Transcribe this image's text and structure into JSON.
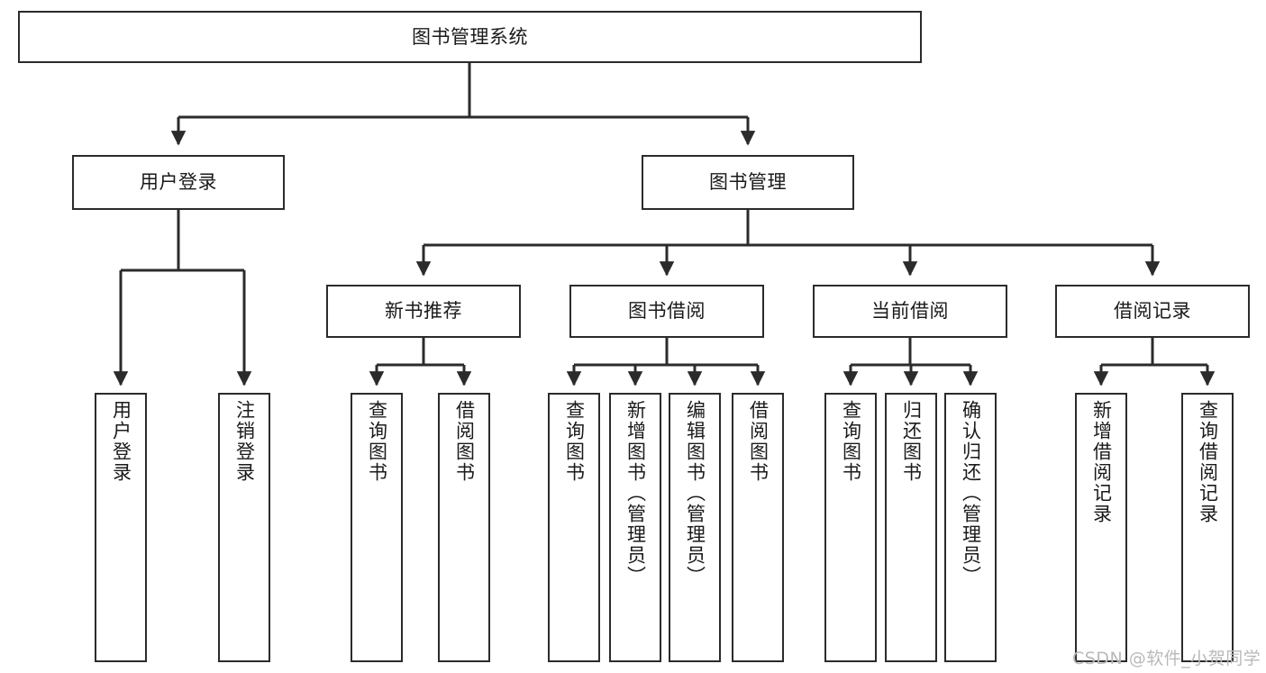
{
  "diagram": {
    "type": "tree-hierarchy",
    "title": "图书管理系统",
    "orientation": "top-down",
    "colors": {
      "node_border": "#2b2b2b",
      "node_fill": "#ffffff",
      "edge": "#2b2b2b",
      "text": "#1a1a1a",
      "watermark": "#b9b9b9",
      "background": "#ffffff"
    },
    "nodes": {
      "root": {
        "label": "图书管理系统"
      },
      "level2": [
        {
          "id": "user-login",
          "label": "用户登录"
        },
        {
          "id": "book-management",
          "label": "图书管理"
        }
      ],
      "level3": [
        {
          "id": "new-book-recommend",
          "label": "新书推荐"
        },
        {
          "id": "book-borrow",
          "label": "图书借阅"
        },
        {
          "id": "current-borrow",
          "label": "当前借阅"
        },
        {
          "id": "borrow-record",
          "label": "借阅记录"
        }
      ],
      "leaves": {
        "user-login": [
          {
            "id": "leaf-user-login",
            "label": "用户登录"
          },
          {
            "id": "leaf-logout-login",
            "label": "注销登录"
          }
        ],
        "new-book-recommend": [
          {
            "id": "leaf-query-book-1",
            "label": "查询图书"
          },
          {
            "id": "leaf-borrow-book-1",
            "label": "借阅图书"
          }
        ],
        "book-borrow": [
          {
            "id": "leaf-query-book-2",
            "label": "查询图书"
          },
          {
            "id": "leaf-add-book",
            "label": "新增图书（管理员）"
          },
          {
            "id": "leaf-edit-book",
            "label": "编辑图书（管理员）"
          },
          {
            "id": "leaf-borrow-book-2",
            "label": "借阅图书"
          }
        ],
        "current-borrow": [
          {
            "id": "leaf-query-book-3",
            "label": "查询图书"
          },
          {
            "id": "leaf-return-book",
            "label": "归还图书"
          },
          {
            "id": "leaf-confirm-return",
            "label": "确认归还（管理员）"
          }
        ],
        "borrow-record": [
          {
            "id": "leaf-add-record",
            "label": "新增借阅记录"
          },
          {
            "id": "leaf-query-record",
            "label": "查询借阅记录"
          }
        ]
      }
    },
    "watermark": "CSDN @软件_小贺同学"
  }
}
